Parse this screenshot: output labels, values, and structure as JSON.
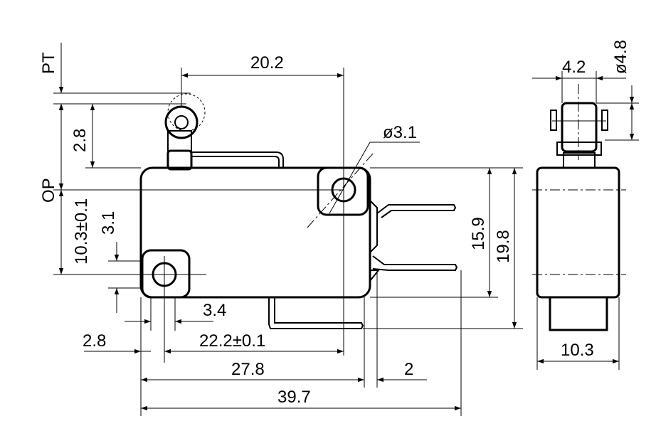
{
  "labels": {
    "pt": "PT",
    "op": "OP",
    "w_20_2": "20.2",
    "h_2_8": "2.8",
    "h_10_3": "10.3±0.1",
    "h_3_1": "3.1",
    "hole_dia": "3.1",
    "h_15_9": "15.9",
    "h_19_8": "19.8",
    "w_3_4": "3.4",
    "w_2_8": "2.8",
    "w_22_2": "22.2±0.1",
    "w_27_8": "27.8",
    "w_2": "2",
    "w_39_7": "39.7",
    "side_4_2": "4.2",
    "side_dia_4_8": "4.8",
    "side_10_3": "10.3"
  },
  "symbols": {
    "diameter": "ø"
  }
}
